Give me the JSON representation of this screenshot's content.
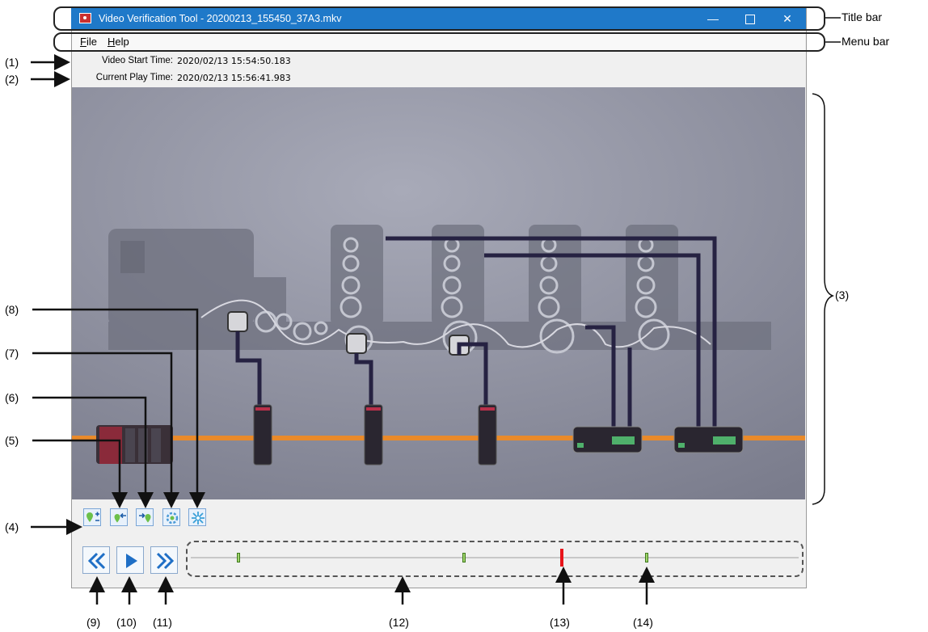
{
  "window": {
    "title": "Video Verification Tool - 20200213_155450_37A3.mkv",
    "controls": {
      "minimize": "—",
      "close": "✕"
    }
  },
  "menu": {
    "items": [
      "File",
      "Help"
    ]
  },
  "info": {
    "video_start_label": "Video Start Time:",
    "video_start_value": "2020/02/13  15:54:50.183",
    "current_play_label": "Current Play Time:",
    "current_play_value": "2020/02/13  15:56:41.983"
  },
  "toolbar": {
    "icons": [
      "add-remove-marker-icon",
      "prev-marker-icon",
      "next-marker-icon",
      "marker-settings-icon",
      "marker-clear-icon"
    ]
  },
  "playback": {
    "icons": [
      "skip-back-icon",
      "play-icon",
      "skip-forward-icon"
    ]
  },
  "timeline": {
    "position": 0.61,
    "markers": [
      0.078,
      0.45,
      0.75
    ]
  },
  "colors": {
    "titlebar": "#1f79c9",
    "position_marker": "#e8141a",
    "bookmark_marker": "#9ed36a",
    "conveyor": "#e98a2a"
  },
  "annotations": {
    "title_bar": "Title bar",
    "menu_bar": "Menu bar",
    "n1": "(1)",
    "n2": "(2)",
    "n3": "(3)",
    "n4": "(4)",
    "n5": "(5)",
    "n6": "(6)",
    "n7": "(7)",
    "n8": "(8)",
    "n9": "(9)",
    "n10": "(10)",
    "n11": "(11)",
    "n12": "(12)",
    "n13": "(13)",
    "n14": "(14)"
  }
}
